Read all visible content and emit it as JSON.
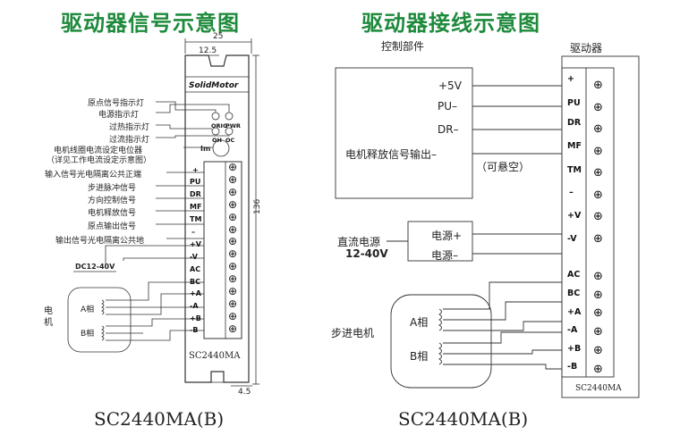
{
  "left": {
    "title": "驱动器信号示意图",
    "caption": "SC2440MA(B)",
    "logo": "SolidMotor",
    "model_label": "SC2440MA",
    "dims": {
      "width": "25",
      "slot": "12.5",
      "height": "136",
      "hole": "4.5"
    },
    "callouts": [
      "原点信号指示灯",
      "电源指示灯",
      "过热指示灯",
      "过流指示灯",
      "电机线圈电流设定电位器",
      "（详见工作电流设定示意图）",
      "输入信号光电隔离公共正端",
      "步进脉冲信号",
      "方向控制信号",
      "电机释放信号",
      "原点输出信号",
      "输出信号光电隔离公共地"
    ],
    "leds": [
      "ORIG",
      "PWR",
      "OH",
      "OC"
    ],
    "pot_label": "Im",
    "terminals": [
      "+",
      "PU",
      "DR",
      "MF",
      "TM",
      "–",
      "+V",
      "-V",
      "AC",
      "BC",
      "+A",
      "-A",
      "+B",
      "-B"
    ],
    "dc_label": "DC12-40V",
    "motor_label": "电机",
    "phase_a": "A相",
    "phase_b": "B相"
  },
  "right": {
    "title": "驱动器接线示意图",
    "caption": "SC2440MA(B)",
    "control_label": "控制部件",
    "driver_label": "驱动器",
    "control_signals": [
      "+5V",
      "PU–",
      "DR–",
      "电机释放信号输出–"
    ],
    "float_note": "（可悬空）",
    "dc_title": "直流电源",
    "dc_value": "12-40V",
    "psu_pos": "电源+",
    "psu_neg": "电源–",
    "stepper_label": "步进电机",
    "phase_a": "A相",
    "phase_b": "B相",
    "terminals": [
      "+",
      "PU",
      "DR",
      "MF",
      "TM",
      "–",
      "+V",
      "-V",
      "AC",
      "BC",
      "+A",
      "-A",
      "+B",
      "-B"
    ],
    "model_label": "SC2440MA"
  }
}
